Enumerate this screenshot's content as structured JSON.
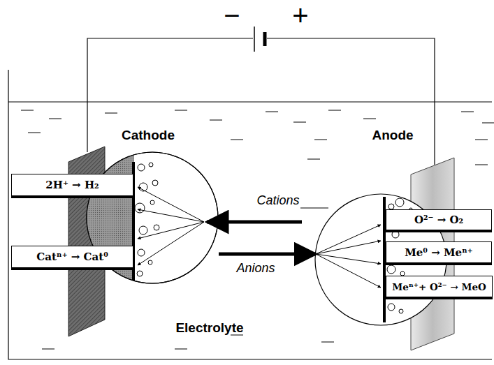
{
  "diagram": {
    "nodes": [
      {
        "text": [
          "2H⁺ → H₂"
        ]
      },
      {
        "text": [
          "Catⁿ⁺ → Cat⁰"
        ]
      },
      {
        "text": [
          "O²⁻ → O₂"
        ]
      },
      {
        "text": [
          "Me⁰ → Meⁿ⁺"
        ]
      },
      {
        "text": [
          "Meⁿ⁺+ O²⁻ → MeO"
        ]
      }
    ],
    "labels": [
      "−",
      "+",
      "Cathode",
      "Anode",
      "Cations",
      "Anions",
      "Electrolyte"
    ]
  }
}
